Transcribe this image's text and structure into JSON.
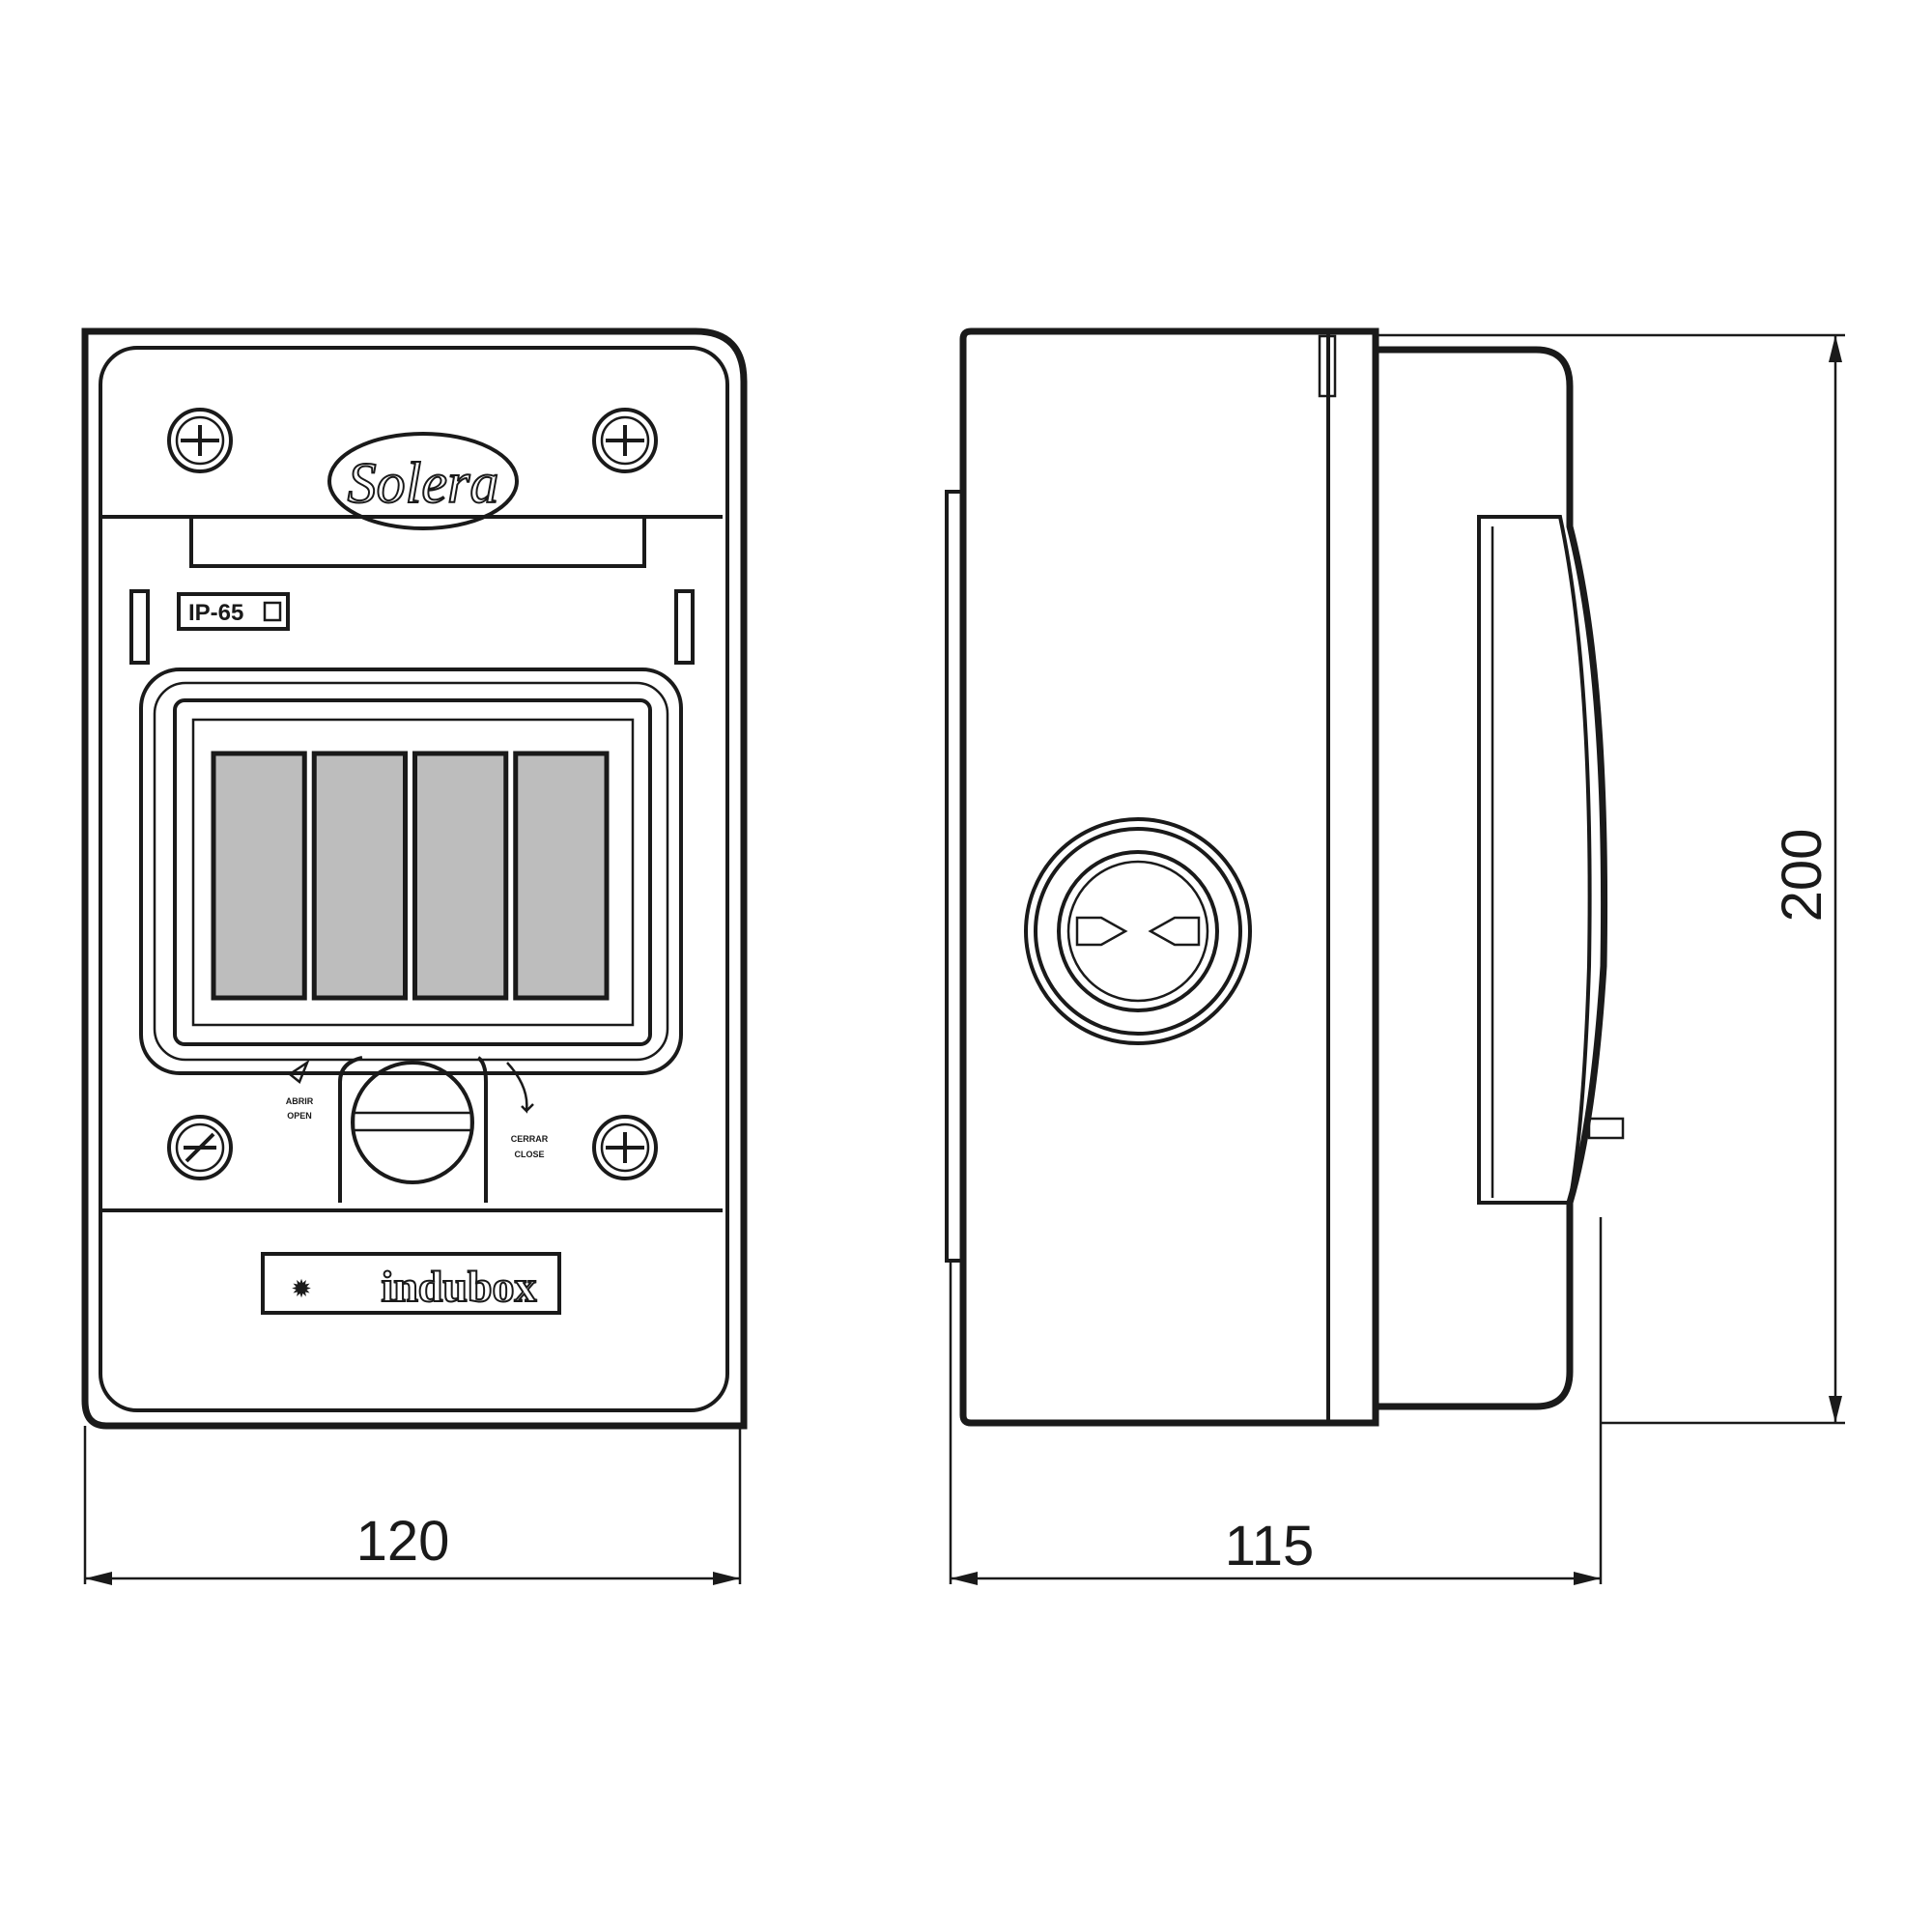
{
  "front_view": {
    "brand_logo": "Solera",
    "rating_label": "IP-65",
    "open_label": "ABRIR",
    "open_label_en": "OPEN",
    "close_label": "CERRAR",
    "close_label_en": "CLOSE",
    "maker_logo": "indubox",
    "module_count": 4
  },
  "dimensions": {
    "width": "120",
    "depth": "115",
    "height": "200"
  },
  "colors": {
    "line": "#1a1a1a",
    "module_fill": "#bdbdbd"
  }
}
